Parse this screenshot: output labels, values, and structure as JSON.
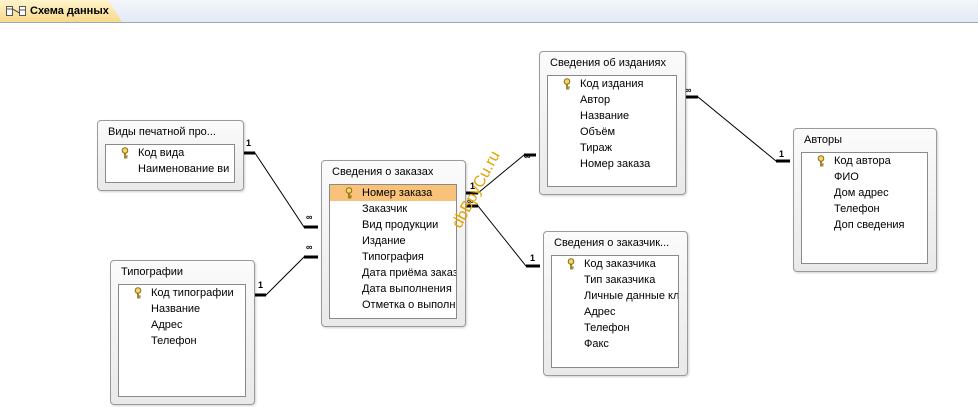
{
  "tab": {
    "label": "Схема данных",
    "icon": "relationships-icon"
  },
  "watermark": "dbBpyCu.ru",
  "tables": {
    "vidy": {
      "title": "Виды печатной про...",
      "fields": [
        "Код вида",
        "Наименование ви"
      ]
    },
    "tipografii": {
      "title": "Типографии",
      "fields": [
        "Код типографии",
        "Название",
        "Адрес",
        "Телефон"
      ]
    },
    "zakazy": {
      "title": "Сведения о заказах",
      "fields": [
        "Номер заказа",
        "Заказчик",
        "Вид продукции",
        "Издание",
        "Типография",
        "Дата приёма заказ",
        "Дата выполнения",
        "Отметка о выполн"
      ]
    },
    "izdaniya": {
      "title": "Сведения об изданиях",
      "fields": [
        "Код издания",
        "Автор",
        "Название",
        "Объём",
        "Тираж",
        "Номер заказа"
      ]
    },
    "zakazchiki": {
      "title": "Сведения о заказчик...",
      "fields": [
        "Код заказчика",
        "Тип заказчика",
        "Личные данные кл",
        "Адрес",
        "Телефон",
        "Факс"
      ]
    },
    "avtory": {
      "title": "Авторы",
      "fields": [
        "Код автора",
        "ФИО",
        "Дом адрес",
        "Телефон",
        "Доп сведения"
      ]
    }
  },
  "cardinality": {
    "one": "1",
    "many": "∞"
  }
}
